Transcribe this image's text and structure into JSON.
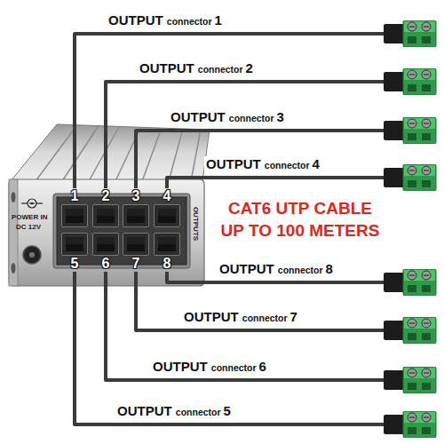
{
  "diagram": {
    "nodes": [
      {
        "text": [
          "1"
        ]
      },
      {
        "text": [
          "2"
        ]
      },
      {
        "text": [
          "3"
        ]
      },
      {
        "text": [
          "4"
        ]
      },
      {
        "text": [
          "5"
        ]
      },
      {
        "text": [
          "6"
        ]
      },
      {
        "text": [
          "7"
        ]
      },
      {
        "text": [
          "8"
        ]
      },
      {
        "text": [
          "OUTPUT connector 1"
        ]
      },
      {
        "text": [
          "OUTPUT connector 2"
        ]
      },
      {
        "text": [
          "OUTPUT connector 3"
        ]
      },
      {
        "text": [
          "OUTPUT connector 4"
        ]
      },
      {
        "text": [
          "OUTPUT connector 5"
        ]
      },
      {
        "text": [
          "OUTPUT connector 6"
        ]
      },
      {
        "text": [
          "OUTPUT connector 7"
        ]
      },
      {
        "text": [
          "OUTPUT connector 8"
        ]
      }
    ],
    "edges": [
      {
        "from": 0,
        "to": 8,
        "arrow": "none"
      },
      {
        "from": 1,
        "to": 9,
        "arrow": "none"
      },
      {
        "from": 2,
        "to": 10,
        "arrow": "none"
      },
      {
        "from": 3,
        "to": 11,
        "arrow": "none"
      },
      {
        "from": 4,
        "to": 12,
        "arrow": "none"
      },
      {
        "from": 5,
        "to": 13,
        "arrow": "none"
      },
      {
        "from": 6,
        "to": 14,
        "arrow": "none"
      },
      {
        "from": 7,
        "to": 15,
        "arrow": "none"
      }
    ],
    "labels": [
      "POWER IN",
      "DC 12V",
      "OUTPUTS",
      "CAT6 UTP CABLE",
      "UP TO 100 METERS"
    ]
  }
}
